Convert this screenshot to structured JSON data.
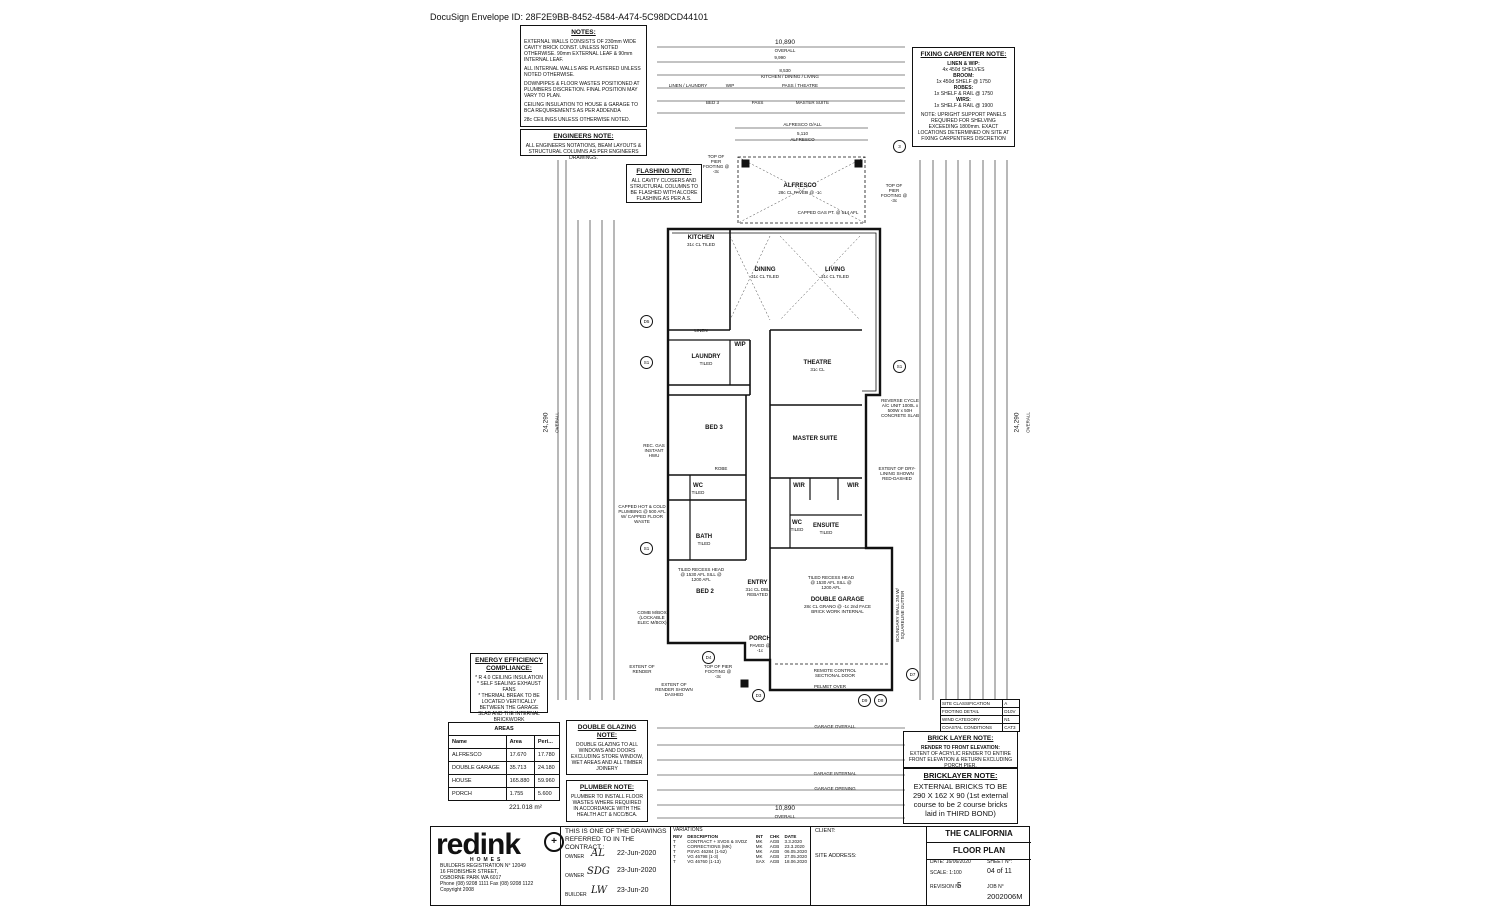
{
  "envelope": "DocuSign Envelope ID: 28F2E9BB-8452-4584-A474-5C98DCD44101",
  "notes": {
    "title": "NOTES:",
    "lines": [
      "EXTERNAL WALLS CONSISTS OF 230mm WIDE CAVITY BRICK CONST. UNLESS NOTED OTHERWISE. 90mm EXTERNAL LEAF & 90mm INTERNAL LEAF.",
      "ALL INTERNAL WALLS ARE PLASTERED UNLESS NOTED OTHERWISE.",
      "DOWNPIPES & FLOOR WASTES POSITIONED AT PLUMBERS DISCRETION. FINAL POSITION MAY VARY TO PLAN.",
      "CEILING INSULATION TO HOUSE & GARAGE TO BCA REQUIREMENTS AS PER ADDENDA",
      "28c CEILINGS UNLESS OTHERWISE NOTED."
    ]
  },
  "engineers": {
    "title": "ENGINEERS NOTE:",
    "text": "ALL ENGINEERS NOTATIONS, BEAM LAYOUTS & STRUCTURAL COLUMNS AS PER ENGINEERS DRAWINGS."
  },
  "fixing": {
    "title": "FIXING CARPENTER NOTE:",
    "lines": [
      "LINEN & WIP:",
      "4x 450d SHELVES",
      "BROOM:",
      "1x 450d SHELF @ 1750",
      "ROBES:",
      "1x SHELF & RAIL @ 1750",
      "WIRS:",
      "1x SHELF & RAIL @ 1900"
    ],
    "note": "NOTE: UPRIGHT SUPPORT PANELS REQUIRED FOR SHELVING EXCEEDING 1800mm. EXACT LOCATIONS DETERMINED ON SITE AT FIXING CARPENTERS DISCRETION"
  },
  "flashing": {
    "title": "FLASHING NOTE:",
    "text": "ALL CAVITY CLOSERS AND STRUCTURAL COLUMNS TO BE FLASHED WITH ALCORE FLASHING AS PER A.S."
  },
  "energy": {
    "title": "ENERGY EFFICIENCY COMPLIANCE:",
    "lines": [
      "* R 4.0 CEILING INSULATION",
      "* SELF SEALING EXHAUST FANS",
      "* THERMAL BREAK TO BE LOCATED VERTICALLY BETWEEN THE GARAGE SLAB AND THE INTERNAL BRICKWORK"
    ]
  },
  "areas": {
    "title": "AREAS",
    "headers": [
      "Name",
      "Area",
      "Peri..."
    ],
    "rows": [
      {
        "name": "ALFRESCO",
        "area": "17.670",
        "peri": "17.780"
      },
      {
        "name": "DOUBLE GARAGE",
        "area": "35.713",
        "peri": "24.180"
      },
      {
        "name": "HOUSE",
        "area": "165.880",
        "peri": "59.960"
      },
      {
        "name": "PORCH",
        "area": "1.755",
        "peri": "5.600"
      }
    ],
    "total": "221.018 m²"
  },
  "double_glazing": {
    "title": "DOUBLE GLAZING NOTE:",
    "text": "DOUBLE GLAZING TO ALL WINDOWS AND DOORS EXCLUDING STORE WINDOW, WET AREAS AND ALL TIMBER JOINERY"
  },
  "plumber": {
    "title": "PLUMBER NOTE:",
    "text": "PLUMBER TO INSTALL FLOOR WASTES WHERE REQUIRED IN ACCORDANCE WITH THE HEALTH ACT & NCC/BCA."
  },
  "brick_layer": {
    "title": "BRICK LAYER NOTE:",
    "subtitle": "RENDER TO FRONT ELEVATION:",
    "text": "EXTENT OF ACRYLIC RENDER TO ENTIRE FRONT ELEVATION & RETURN EXCLUDING PORCH PIER."
  },
  "bricklayer": {
    "title": "BRICKLAYER NOTE:",
    "text": "EXTERNAL BRICKS TO BE 290 X 162 X 90 (1st external course to be 2 course bricks laid in THIRD BOND)"
  },
  "site": {
    "rows": [
      {
        "k": "SITE CLASSIFICATION",
        "v": "A"
      },
      {
        "k": "FOOTING DETAIL",
        "v": "D10V"
      },
      {
        "k": "WIND CATEGORY",
        "v": "N1"
      },
      {
        "k": "COASTAL CONDITIONS",
        "v": "CAT3"
      }
    ]
  },
  "rooms": {
    "alfresco": {
      "name": "ALFRESCO",
      "sub": "28c CL PAVED @ -1c"
    },
    "kitchen": {
      "name": "KITCHEN",
      "sub": "31c CL TILED"
    },
    "dining": {
      "name": "DINING",
      "sub": "31c CL TILED"
    },
    "living": {
      "name": "LIVING",
      "sub": "31c CL TILED"
    },
    "laundry": {
      "name": "LAUNDRY",
      "sub": "TILED"
    },
    "wip": {
      "name": "WIP",
      "sub": ""
    },
    "theatre": {
      "name": "THEATRE",
      "sub": "31c CL"
    },
    "bed3": {
      "name": "BED 3",
      "sub": ""
    },
    "master": {
      "name": "MASTER SUITE",
      "sub": ""
    },
    "wc": {
      "name": "WC",
      "sub": "TILED"
    },
    "bath": {
      "name": "BATH",
      "sub": "TILED"
    },
    "bed2": {
      "name": "BED 2",
      "sub": ""
    },
    "entry": {
      "name": "ENTRY",
      "sub": "31c CL DBL REBATED"
    },
    "wir1": {
      "name": "WIR",
      "sub": ""
    },
    "wir2": {
      "name": "WIR",
      "sub": ""
    },
    "ensuite": {
      "name": "ENSUITE",
      "sub": "TILED"
    },
    "wc2": {
      "name": "WC",
      "sub": "TILED"
    },
    "garage": {
      "name": "DOUBLE GARAGE",
      "sub": "28c CL GRANO @ -1c 2nd FACE BRICK WORK INTERNAL"
    },
    "porch": {
      "name": "PORCH",
      "sub": "PAVED @ -1c"
    },
    "linen": {
      "name": "LINEN",
      "sub": ""
    },
    "robe": {
      "name": "ROBE",
      "sub": ""
    }
  },
  "labels": {
    "top_dim": "10,890",
    "top_overall": "OVERALL",
    "top_kdl": "KITCHEN / DINING / LIVING",
    "top_row1": "9,990",
    "top_row2": "8,530",
    "top_lw": "LINEN / LAUNDRY",
    "top_wip": "WIP",
    "top_pt": "PASS / THEATRE",
    "top_bed3": "BED 3",
    "top_pass": "PASS",
    "top_ms": "MASTER SUITE",
    "alf_oall": "ALFRESCO O/ALL",
    "alf_dim": "5,110",
    "alfresco_lbl": "ALFRESCO",
    "bottom_dim": "10,890",
    "bottom_overall": "OVERALL",
    "garage_overall": "GARAGE OVERALL",
    "garage_internal": "GARAGE INTERNAL",
    "garage_opening": "GARAGE OPENING",
    "left_overall": "24,290",
    "left_overall_lbl": "OVERALL",
    "right_overall": "24,290",
    "right_overall_lbl": "OVERALL",
    "rec_gas": "REC. GAS INSTANT HWU",
    "capped": "CAPPED HOT & COLD PLUMBING @ 500 AFL W/ CAPPED FLOOR WASTE",
    "comb": "COMB M/BOX (LOCKABLE ELEC M/BOX)",
    "ext_render": "EXTENT OF RENDER",
    "ext_render2": "EXTENT OF RENDER SHOWN DASHED",
    "top_pier": "TOP OF PIER FOOTING @ -3c",
    "capped_gas": "CAPPED GAS PT. @ 514 AFL",
    "reverse_cycle": "REVERSE CYCLE A/C UNIT 1000L x 500W x 50H CONCRETE SLAB",
    "ext_dry": "EXTENT OF DRY-LINING SHOWN RED-DASHED",
    "boundary": "BOUNDARY WALL 2NI W/ SQUARELINE GUTTER",
    "remote": "REMOTE CONTROL SECTIONAL DOOR",
    "pelmet": "PELMET OVER",
    "tiled_recess": "TILED RECESS HEAD @ 1530 AFL SILL @ 1200 AFL"
  },
  "title_block": {
    "logo": "redink",
    "logo_sub": "HOMES",
    "builder_reg": "BUILDERS REGISTRATION N° 12049",
    "addr1": "16 FROBISHER STREET,",
    "addr2": "OSBORNE PARK WA 6017",
    "phone": "Phone (08) 9208 1111 Fax (08) 9208 1122",
    "copyright": "Copyright 2008",
    "contract_text": "THIS IS ONE OF THE DRAWINGS REFERRED TO IN THE CONTRACT :",
    "owner1_lbl": "OWNER",
    "owner1_sig": "AL",
    "owner1_date": "22-Jun-2020",
    "owner2_lbl": "OWNER",
    "owner2_sig": "SDG",
    "owner2_date": "23-Jun-2020",
    "builder_lbl": "BUILDER",
    "builder_sig": "LW",
    "builder_date": "23-Jun-20",
    "variations_title": "VARIATIONS",
    "var_headers": [
      "REV",
      "DESCRIPTION",
      "INT",
      "CHK",
      "DATE"
    ],
    "var_rows": [
      [
        "T",
        "CONTRACT + SVDS & SVDZ",
        "MK",
        "AGB",
        "3.3.2020"
      ],
      [
        "T",
        "CORRECTIONS (MK)",
        "MK",
        "AGB",
        "23.3.2020"
      ],
      [
        "T",
        "PSVG 46284 (1-52)",
        "MK",
        "AGB",
        "06.05.2020"
      ],
      [
        "T",
        "VG 46798 (1-3)",
        "MK",
        "AGB",
        "27.05.2020"
      ],
      [
        "T",
        "VG 46760 (1-13)",
        "SAX",
        "AGB",
        "18.06.2020"
      ]
    ],
    "client_lbl": "CLIENT:",
    "site_lbl": "SITE ADDRESS:",
    "project": "THE CALIFORNIA",
    "drawing": "FLOOR PLAN",
    "date_lbl": "DATE:",
    "date_val": "16/06/2020",
    "sheet_lbl": "SHEET N°:",
    "scale_lbl": "SCALE:",
    "scale_val": "1:100",
    "sheet_val": "04",
    "sheet_of": "of",
    "sheet_total": "11",
    "rev_lbl": "REVISION N°",
    "rev_val": "5",
    "job_lbl": "JOB N°",
    "job_val": "2002006M"
  }
}
